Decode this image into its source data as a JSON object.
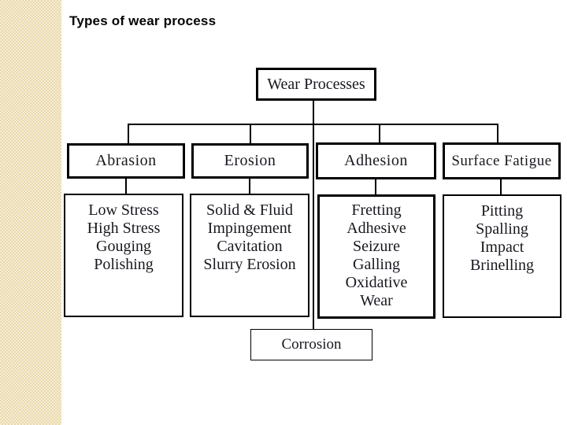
{
  "slide": {
    "title": "Types of wear process"
  },
  "diagram": {
    "root_label": "Wear Processes",
    "categories": [
      {
        "label": "Abrasion",
        "items": [
          "Low Stress",
          "High Stress",
          "Gouging",
          "Polishing"
        ]
      },
      {
        "label": "Erosion",
        "items": [
          "Solid & Fluid",
          "Impingement",
          "Cavitation",
          "Slurry Erosion"
        ]
      },
      {
        "label": "Adhesion",
        "items": [
          "Fretting",
          "Adhesive",
          "Seizure",
          "Galling",
          "Oxidative",
          "Wear"
        ]
      },
      {
        "label": "Surface Fatigue",
        "items": [
          "Pitting",
          "Spalling",
          "Impact",
          "Brinelling"
        ]
      }
    ],
    "bottom_label": "Corrosion"
  },
  "colors": {
    "ink": "#181820",
    "line": "#000000",
    "strip_base": "#ead9ad",
    "strip_light": "#f5edd5",
    "background": "#ffffff"
  }
}
